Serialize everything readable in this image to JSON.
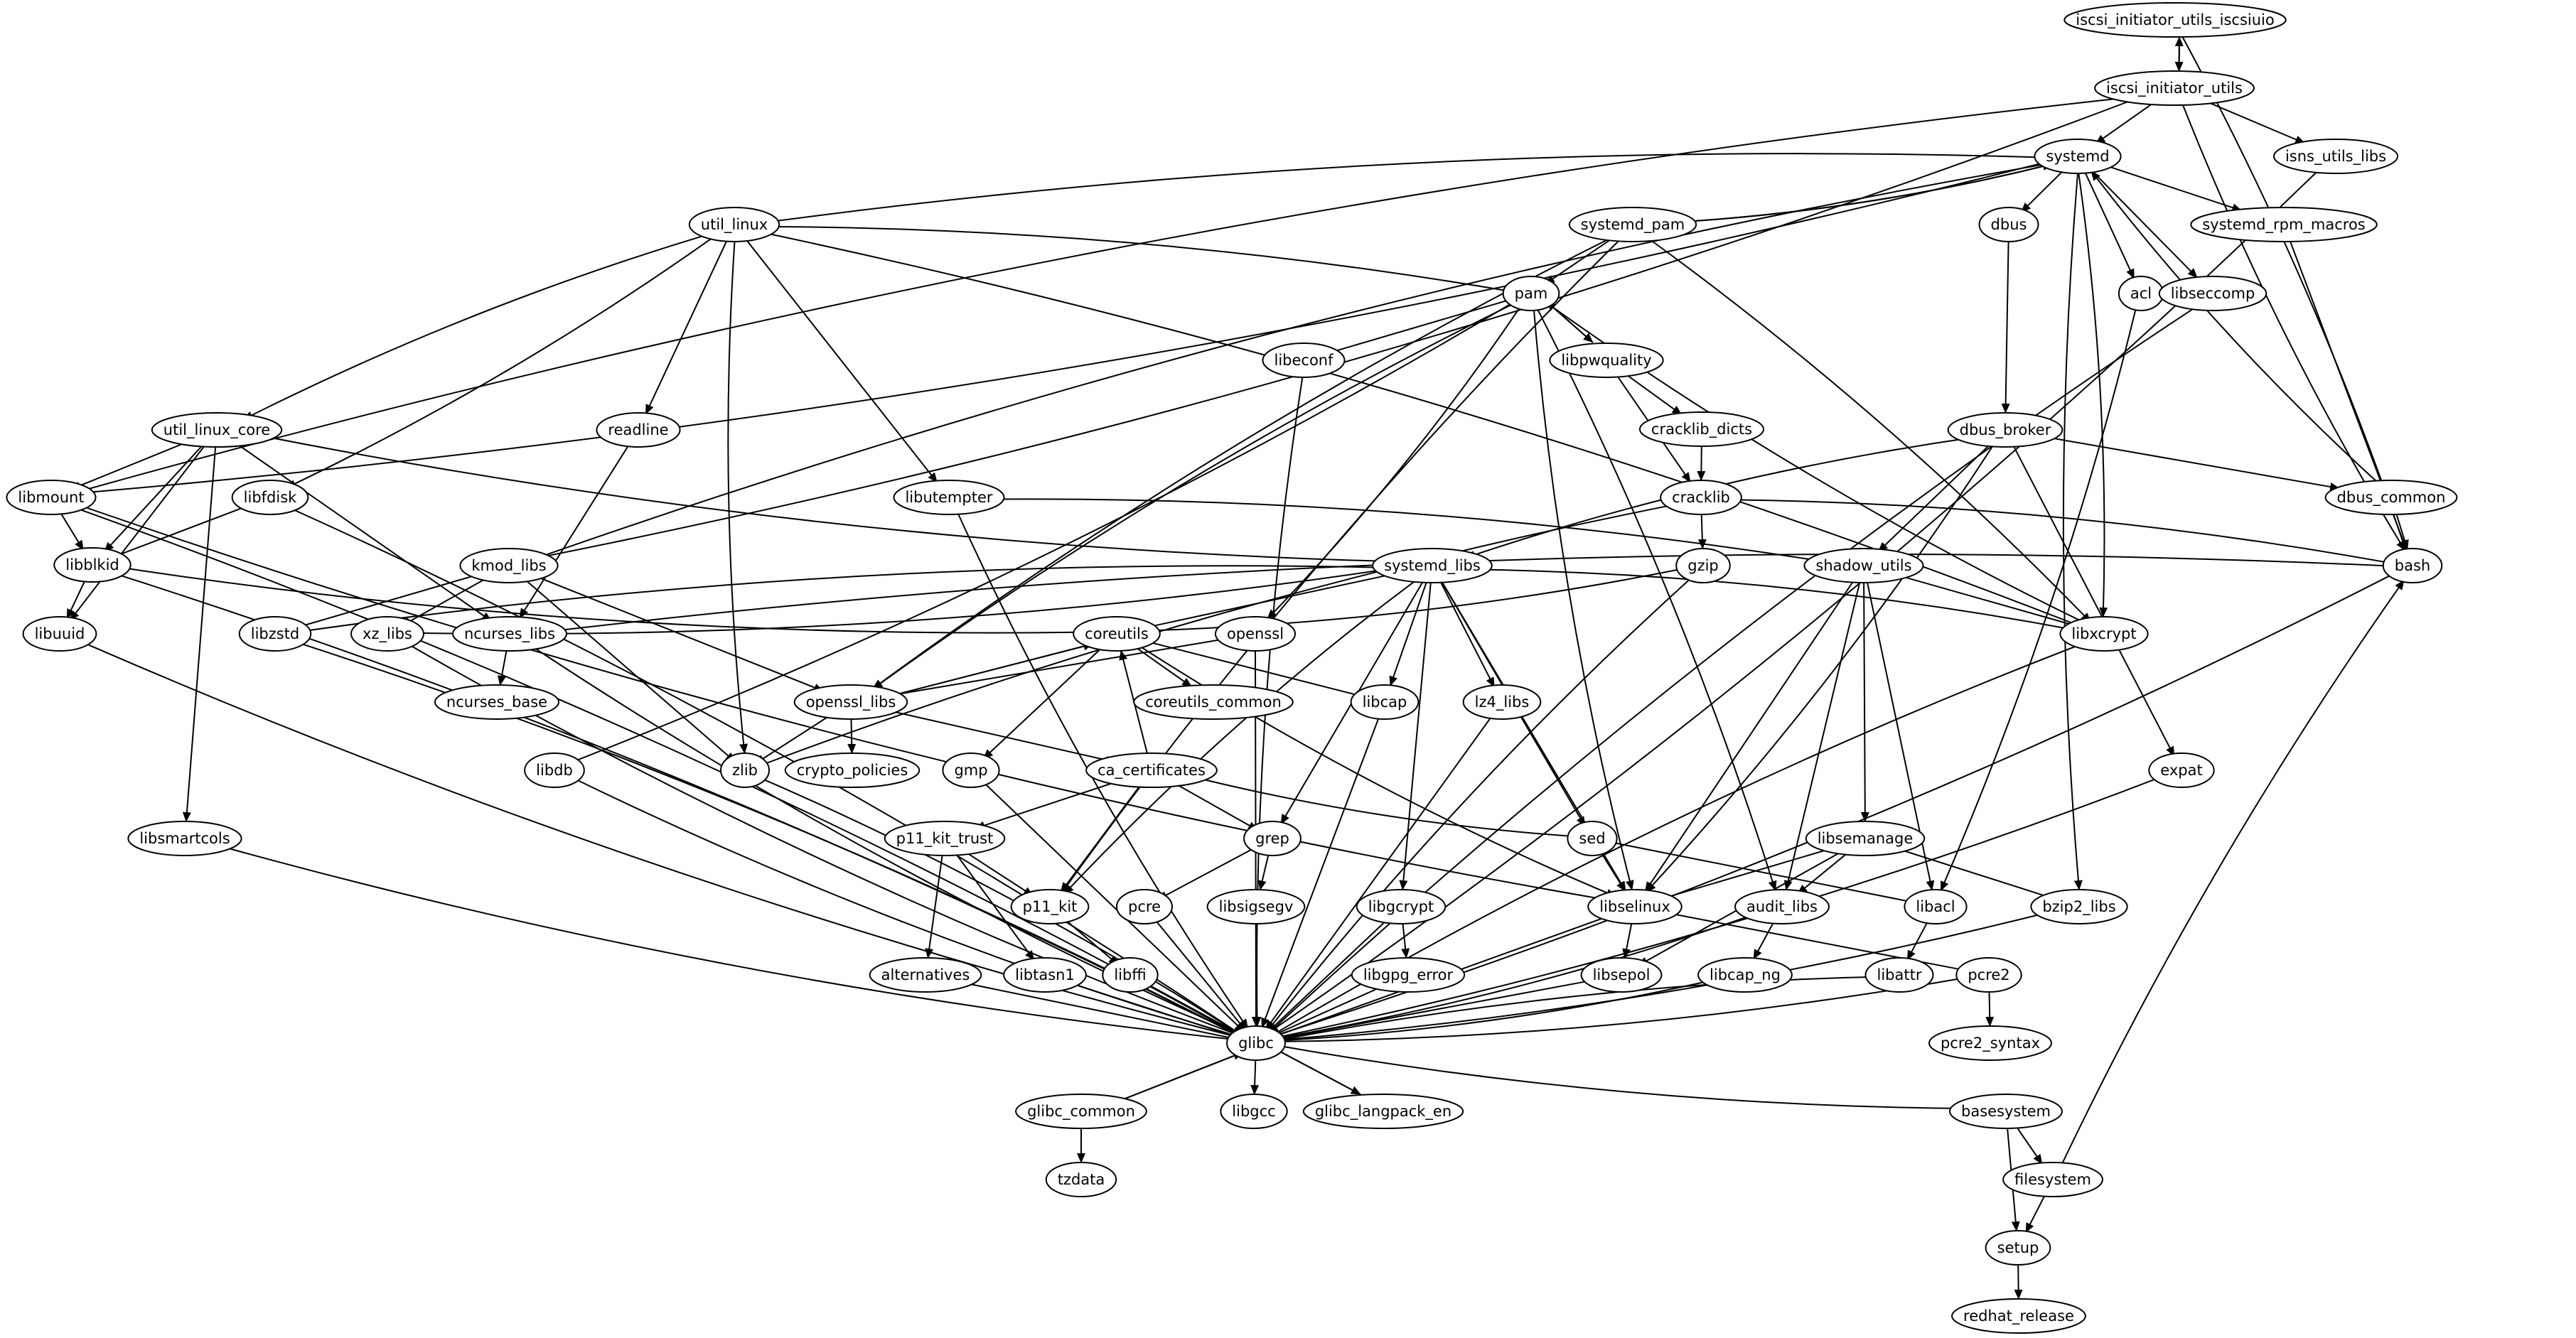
{
  "title": "Package dependency graph",
  "colors": {
    "background": "#ffffff",
    "stroke": "#000000",
    "node_fill": "#ffffff",
    "text": "#000000"
  },
  "nodes": [
    {
      "id": "iscsi_initiator_utils_iscsiuio",
      "label": "iscsi_initiator_utils_iscsiuio"
    },
    {
      "id": "iscsi_initiator_utils",
      "label": "iscsi_initiator_utils"
    },
    {
      "id": "systemd",
      "label": "systemd"
    },
    {
      "id": "isns_utils_libs",
      "label": "isns_utils_libs"
    },
    {
      "id": "util_linux",
      "label": "util_linux"
    },
    {
      "id": "systemd_pam",
      "label": "systemd_pam"
    },
    {
      "id": "dbus",
      "label": "dbus"
    },
    {
      "id": "systemd_rpm_macros",
      "label": "systemd_rpm_macros"
    },
    {
      "id": "pam",
      "label": "pam"
    },
    {
      "id": "acl",
      "label": "acl"
    },
    {
      "id": "libseccomp",
      "label": "libseccomp"
    },
    {
      "id": "libeconf",
      "label": "libeconf"
    },
    {
      "id": "libpwquality",
      "label": "libpwquality"
    },
    {
      "id": "util_linux_core",
      "label": "util_linux_core"
    },
    {
      "id": "readline",
      "label": "readline"
    },
    {
      "id": "cracklib_dicts",
      "label": "cracklib_dicts"
    },
    {
      "id": "dbus_broker",
      "label": "dbus_broker"
    },
    {
      "id": "libmount",
      "label": "libmount"
    },
    {
      "id": "libfdisk",
      "label": "libfdisk"
    },
    {
      "id": "libutempter",
      "label": "libutempter"
    },
    {
      "id": "cracklib",
      "label": "cracklib"
    },
    {
      "id": "dbus_common",
      "label": "dbus_common"
    },
    {
      "id": "libblkid",
      "label": "libblkid"
    },
    {
      "id": "kmod_libs",
      "label": "kmod_libs"
    },
    {
      "id": "systemd_libs",
      "label": "systemd_libs"
    },
    {
      "id": "gzip",
      "label": "gzip"
    },
    {
      "id": "shadow_utils",
      "label": "shadow_utils"
    },
    {
      "id": "bash",
      "label": "bash"
    },
    {
      "id": "libuuid",
      "label": "libuuid"
    },
    {
      "id": "libzstd",
      "label": "libzstd"
    },
    {
      "id": "xz_libs",
      "label": "xz_libs"
    },
    {
      "id": "ncurses_libs",
      "label": "ncurses_libs"
    },
    {
      "id": "coreutils",
      "label": "coreutils"
    },
    {
      "id": "openssl",
      "label": "openssl"
    },
    {
      "id": "libxcrypt",
      "label": "libxcrypt"
    },
    {
      "id": "ncurses_base",
      "label": "ncurses_base"
    },
    {
      "id": "openssl_libs",
      "label": "openssl_libs"
    },
    {
      "id": "coreutils_common",
      "label": "coreutils_common"
    },
    {
      "id": "libcap",
      "label": "libcap"
    },
    {
      "id": "lz4_libs",
      "label": "lz4_libs"
    },
    {
      "id": "libdb",
      "label": "libdb"
    },
    {
      "id": "zlib",
      "label": "zlib"
    },
    {
      "id": "crypto_policies",
      "label": "crypto_policies"
    },
    {
      "id": "gmp",
      "label": "gmp"
    },
    {
      "id": "ca_certificates",
      "label": "ca_certificates"
    },
    {
      "id": "expat",
      "label": "expat"
    },
    {
      "id": "libsmartcols",
      "label": "libsmartcols"
    },
    {
      "id": "p11_kit_trust",
      "label": "p11_kit_trust"
    },
    {
      "id": "grep",
      "label": "grep"
    },
    {
      "id": "sed",
      "label": "sed"
    },
    {
      "id": "libsemanage",
      "label": "libsemanage"
    },
    {
      "id": "p11_kit",
      "label": "p11_kit"
    },
    {
      "id": "pcre",
      "label": "pcre"
    },
    {
      "id": "libsigsegv",
      "label": "libsigsegv"
    },
    {
      "id": "libgcrypt",
      "label": "libgcrypt"
    },
    {
      "id": "libselinux",
      "label": "libselinux"
    },
    {
      "id": "audit_libs",
      "label": "audit_libs"
    },
    {
      "id": "libacl",
      "label": "libacl"
    },
    {
      "id": "bzip2_libs",
      "label": "bzip2_libs"
    },
    {
      "id": "alternatives",
      "label": "alternatives"
    },
    {
      "id": "libtasn1",
      "label": "libtasn1"
    },
    {
      "id": "libffi",
      "label": "libffi"
    },
    {
      "id": "libgpg_error",
      "label": "libgpg_error"
    },
    {
      "id": "libsepol",
      "label": "libsepol"
    },
    {
      "id": "libcap_ng",
      "label": "libcap_ng"
    },
    {
      "id": "libattr",
      "label": "libattr"
    },
    {
      "id": "pcre2",
      "label": "pcre2"
    },
    {
      "id": "glibc",
      "label": "glibc"
    },
    {
      "id": "pcre2_syntax",
      "label": "pcre2_syntax"
    },
    {
      "id": "glibc_common",
      "label": "glibc_common"
    },
    {
      "id": "libgcc",
      "label": "libgcc"
    },
    {
      "id": "glibc_langpack_en",
      "label": "glibc_langpack_en"
    },
    {
      "id": "basesystem",
      "label": "basesystem"
    },
    {
      "id": "tzdata",
      "label": "tzdata"
    },
    {
      "id": "filesystem",
      "label": "filesystem"
    },
    {
      "id": "setup",
      "label": "setup"
    },
    {
      "id": "redhat_release",
      "label": "redhat_release"
    }
  ],
  "edges": [
    [
      "iscsi_initiator_utils_iscsiuio",
      "iscsi_initiator_utils"
    ],
    [
      "iscsi_initiator_utils",
      "iscsi_initiator_utils_iscsiuio"
    ],
    [
      "iscsi_initiator_utils_iscsiuio",
      "bash"
    ],
    [
      "iscsi_initiator_utils",
      "systemd"
    ],
    [
      "iscsi_initiator_utils",
      "isns_utils_libs"
    ],
    [
      "iscsi_initiator_utils",
      "libmount"
    ],
    [
      "iscsi_initiator_utils",
      "kmod_libs"
    ],
    [
      "iscsi_initiator_utils",
      "bash"
    ],
    [
      "isns_utils_libs",
      "glibc"
    ],
    [
      "systemd",
      "util_linux"
    ],
    [
      "systemd",
      "systemd_pam"
    ],
    [
      "systemd_pam",
      "systemd"
    ],
    [
      "systemd",
      "dbus"
    ],
    [
      "systemd",
      "acl"
    ],
    [
      "systemd",
      "libseccomp"
    ],
    [
      "systemd",
      "systemd_rpm_macros"
    ],
    [
      "systemd",
      "libxcrypt"
    ],
    [
      "systemd",
      "bzip2_libs"
    ],
    [
      "systemd",
      "libmount"
    ],
    [
      "systemd",
      "kmod_libs"
    ],
    [
      "dbus_common",
      "systemd"
    ],
    [
      "systemd_rpm_macros",
      "bash"
    ],
    [
      "systemd_pam",
      "pam"
    ],
    [
      "systemd_pam",
      "openssl_libs"
    ],
    [
      "systemd_pam",
      "libxcrypt"
    ],
    [
      "systemd_pam",
      "p11_kit"
    ],
    [
      "util_linux",
      "pam"
    ],
    [
      "util_linux",
      "util_linux_core"
    ],
    [
      "util_linux",
      "libfdisk"
    ],
    [
      "util_linux",
      "readline"
    ],
    [
      "util_linux",
      "libutempter"
    ],
    [
      "util_linux",
      "zlib"
    ],
    [
      "util_linux",
      "libxcrypt"
    ],
    [
      "dbus",
      "dbus_broker"
    ],
    [
      "acl",
      "libacl"
    ],
    [
      "libseccomp",
      "glibc"
    ],
    [
      "pam",
      "libeconf"
    ],
    [
      "pam",
      "libpwquality"
    ],
    [
      "libpwquality",
      "pam"
    ],
    [
      "pam",
      "libxcrypt"
    ],
    [
      "pam",
      "audit_libs"
    ],
    [
      "pam",
      "libselinux"
    ],
    [
      "pam",
      "openssl"
    ],
    [
      "pam",
      "openssl_libs"
    ],
    [
      "pam",
      "libdb"
    ],
    [
      "libeconf",
      "glibc"
    ],
    [
      "libpwquality",
      "cracklib_dicts"
    ],
    [
      "libpwquality",
      "cracklib"
    ],
    [
      "cracklib_dicts",
      "cracklib"
    ],
    [
      "cracklib",
      "gzip"
    ],
    [
      "cracklib",
      "bash"
    ],
    [
      "cracklib",
      "zlib"
    ],
    [
      "dbus_broker",
      "dbus_common"
    ],
    [
      "dbus_broker",
      "systemd_libs"
    ],
    [
      "dbus_broker",
      "shadow_utils"
    ],
    [
      "dbus_broker",
      "expat"
    ],
    [
      "dbus_broker",
      "libselinux"
    ],
    [
      "dbus_common",
      "bash"
    ],
    [
      "util_linux_core",
      "libmount"
    ],
    [
      "util_linux_core",
      "libblkid"
    ],
    [
      "util_linux_core",
      "libuuid"
    ],
    [
      "util_linux_core",
      "libsmartcols"
    ],
    [
      "util_linux_core",
      "ncurses_libs"
    ],
    [
      "util_linux_core",
      "systemd_libs"
    ],
    [
      "libmount",
      "libblkid"
    ],
    [
      "libmount",
      "libselinux"
    ],
    [
      "libmount",
      "glibc"
    ],
    [
      "libfdisk",
      "libblkid"
    ],
    [
      "libfdisk",
      "glibc"
    ],
    [
      "readline",
      "ncurses_libs"
    ],
    [
      "libutempter",
      "shadow_utils"
    ],
    [
      "libutempter",
      "glibc"
    ],
    [
      "libblkid",
      "libuuid"
    ],
    [
      "libblkid",
      "coreutils"
    ],
    [
      "libblkid",
      "glibc"
    ],
    [
      "kmod_libs",
      "libzstd"
    ],
    [
      "kmod_libs",
      "xz_libs"
    ],
    [
      "kmod_libs",
      "openssl_libs"
    ],
    [
      "kmod_libs",
      "zlib"
    ],
    [
      "systemd_libs",
      "libzstd"
    ],
    [
      "systemd_libs",
      "xz_libs"
    ],
    [
      "systemd_libs",
      "coreutils"
    ],
    [
      "systemd_libs",
      "libcap"
    ],
    [
      "systemd_libs",
      "lz4_libs"
    ],
    [
      "systemd_libs",
      "libgcrypt"
    ],
    [
      "systemd_libs",
      "libselinux"
    ],
    [
      "systemd_libs",
      "sed"
    ],
    [
      "systemd_libs",
      "grep"
    ],
    [
      "systemd_libs",
      "libxcrypt"
    ],
    [
      "systemd_libs",
      "p11_kit"
    ],
    [
      "gzip",
      "coreutils"
    ],
    [
      "gzip",
      "glibc"
    ],
    [
      "shadow_utils",
      "libxcrypt"
    ],
    [
      "shadow_utils",
      "libsemanage"
    ],
    [
      "shadow_utils",
      "libselinux"
    ],
    [
      "shadow_utils",
      "audit_libs"
    ],
    [
      "shadow_utils",
      "libacl"
    ],
    [
      "bash",
      "ncurses_libs"
    ],
    [
      "bash",
      "glibc"
    ],
    [
      "libuuid",
      "glibc"
    ],
    [
      "libzstd",
      "glibc"
    ],
    [
      "xz_libs",
      "glibc"
    ],
    [
      "ncurses_libs",
      "ncurses_base"
    ],
    [
      "ncurses_libs",
      "glibc"
    ],
    [
      "coreutils",
      "openssl_libs"
    ],
    [
      "openssl_libs",
      "coreutils"
    ],
    [
      "coreutils",
      "coreutils_common"
    ],
    [
      "coreutils",
      "libcap"
    ],
    [
      "coreutils",
      "gmp"
    ],
    [
      "coreutils",
      "libselinux"
    ],
    [
      "ca_certificates",
      "coreutils"
    ],
    [
      "openssl",
      "openssl_libs"
    ],
    [
      "openssl",
      "glibc"
    ],
    [
      "libxcrypt",
      "glibc"
    ],
    [
      "openssl_libs",
      "zlib"
    ],
    [
      "openssl_libs",
      "crypto_policies"
    ],
    [
      "openssl_libs",
      "ca_certificates"
    ],
    [
      "libcap",
      "glibc"
    ],
    [
      "lz4_libs",
      "glibc"
    ],
    [
      "libdb",
      "glibc"
    ],
    [
      "zlib",
      "glibc"
    ],
    [
      "gmp",
      "glibc"
    ],
    [
      "ca_certificates",
      "p11_kit_trust"
    ],
    [
      "ca_certificates",
      "p11_kit"
    ],
    [
      "ca_certificates",
      "grep"
    ],
    [
      "ca_certificates",
      "sed"
    ],
    [
      "expat",
      "glibc"
    ],
    [
      "libsmartcols",
      "glibc"
    ],
    [
      "p11_kit_trust",
      "p11_kit"
    ],
    [
      "p11_kit_trust",
      "alternatives"
    ],
    [
      "p11_kit_trust",
      "libtasn1"
    ],
    [
      "grep",
      "pcre"
    ],
    [
      "grep",
      "libsigsegv"
    ],
    [
      "sed",
      "libselinux"
    ],
    [
      "sed",
      "libacl"
    ],
    [
      "libsemanage",
      "libselinux"
    ],
    [
      "libsemanage",
      "audit_libs"
    ],
    [
      "libsemanage",
      "bzip2_libs"
    ],
    [
      "libsemanage",
      "libsepol"
    ],
    [
      "p11_kit",
      "libffi"
    ],
    [
      "pcre",
      "glibc"
    ],
    [
      "libsigsegv",
      "glibc"
    ],
    [
      "libgcrypt",
      "libgpg_error"
    ],
    [
      "libgcrypt",
      "glibc"
    ],
    [
      "libselinux",
      "libsepol"
    ],
    [
      "libselinux",
      "pcre2"
    ],
    [
      "libselinux",
      "glibc"
    ],
    [
      "audit_libs",
      "libcap_ng"
    ],
    [
      "audit_libs",
      "glibc"
    ],
    [
      "libacl",
      "libattr"
    ],
    [
      "bzip2_libs",
      "glibc"
    ],
    [
      "alternatives",
      "glibc"
    ],
    [
      "libtasn1",
      "glibc"
    ],
    [
      "libffi",
      "glibc"
    ],
    [
      "libgpg_error",
      "glibc"
    ],
    [
      "libsepol",
      "glibc"
    ],
    [
      "libcap_ng",
      "glibc"
    ],
    [
      "libattr",
      "glibc"
    ],
    [
      "pcre2",
      "glibc"
    ],
    [
      "pcre2",
      "pcre2_syntax"
    ],
    [
      "glibc",
      "glibc_common"
    ],
    [
      "glibc_common",
      "glibc"
    ],
    [
      "glibc",
      "libgcc"
    ],
    [
      "glibc",
      "glibc_langpack_en"
    ],
    [
      "glibc_langpack_en",
      "glibc"
    ],
    [
      "glibc",
      "basesystem"
    ],
    [
      "glibc_common",
      "tzdata"
    ],
    [
      "basesystem",
      "filesystem"
    ],
    [
      "basesystem",
      "setup"
    ],
    [
      "filesystem",
      "setup"
    ],
    [
      "filesystem",
      "bash"
    ],
    [
      "setup",
      "redhat_release"
    ]
  ]
}
